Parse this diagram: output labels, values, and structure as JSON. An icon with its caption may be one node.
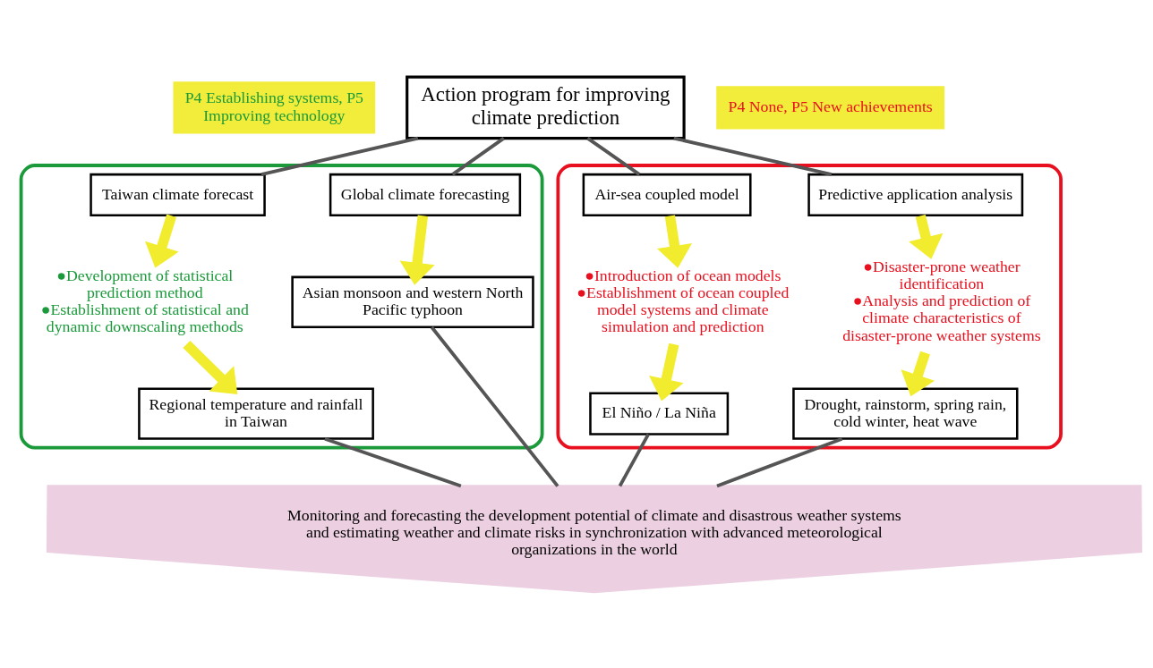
{
  "diagram": {
    "nodes": [
      {
        "text": [
          "P4 Establishing systems, P5 Improving technology"
        ]
      },
      {
        "text": [
          "Action program for improving climate prediction"
        ]
      },
      {
        "text": [
          "P4 None, P5 New achievements"
        ]
      },
      {
        "text": [],
        "shape": "box"
      },
      {
        "text": [
          "Global climate forecasting"
        ],
        "in": 3
      },
      {
        "text": [
          "Taiwan climate forecast"
        ],
        "in": 3
      },
      {
        "text": [
          "●Development of statistical prediction method",
          "●Establishment of statistical and dynamic downscaling methods"
        ],
        "in": 3
      },
      {
        "text": [
          "Asian monsoon and western North Pacific typhoon"
        ],
        "in": 3
      },
      {
        "text": [
          "Regional temperature and rainfall in Taiwan"
        ],
        "in": 3
      },
      {
        "text": [],
        "shape": "box"
      },
      {
        "text": [
          "Predictive application analysis"
        ],
        "in": 9
      },
      {
        "text": [
          "Air-sea coupled model"
        ],
        "in": 9
      },
      {
        "text": [
          "●Disaster-prone weather identification",
          "●Analysis and prediction of climate characteristics of disaster-prone weather systems"
        ],
        "in": 9
      },
      {
        "text": [
          "●Introduction of ocean models",
          "●Establishment of ocean coupled model systems and climate simulation and prediction"
        ],
        "in": 9
      },
      {
        "text": [
          "Drought, rainstorm, spring rain, cold winter, heat wave"
        ],
        "in": 9
      },
      {
        "text": [
          "El Niño / La Niña"
        ],
        "in": 9
      },
      {
        "text": [
          "Monitoring and forecasting the development potential of climate and disastrous weather systems and estimating weather and climate risks in synchronization with advanced meteorological organizations in the world"
        ]
      }
    ],
    "edges": [
      {
        "from": 1,
        "to": 4,
        "arrow": "none"
      },
      {
        "from": 1,
        "to": 5,
        "arrow": "none"
      },
      {
        "from": 1,
        "to": 10,
        "arrow": "none"
      },
      {
        "from": 1,
        "to": 11,
        "arrow": "none"
      },
      {
        "from": 4,
        "to": 7,
        "arrow": "to",
        "style": "thick",
        "color": "#f2ec2e"
      },
      {
        "from": 5,
        "to": 6,
        "arrow": "to",
        "style": "thick",
        "color": "#f2ec2e"
      },
      {
        "from": 6,
        "to": 8,
        "arrow": "to",
        "style": "thick",
        "color": "#f2ec2e"
      },
      {
        "from": 10,
        "to": 12,
        "arrow": "to",
        "style": "thick",
        "color": "#f2ec2e"
      },
      {
        "from": 12,
        "to": 14,
        "arrow": "to",
        "style": "thick",
        "color": "#f2ec2e"
      },
      {
        "from": 11,
        "to": 13,
        "arrow": "to",
        "style": "thick",
        "color": "#f2ec2e"
      },
      {
        "from": 13,
        "to": 15,
        "arrow": "to",
        "style": "thick",
        "color": "#f2ec2e"
      },
      {
        "from": 7,
        "to": 16,
        "arrow": "none"
      },
      {
        "from": 8,
        "to": 16,
        "arrow": "none"
      },
      {
        "from": 14,
        "to": 16,
        "arrow": "none"
      },
      {
        "from": 15,
        "to": 16,
        "arrow": "none"
      }
    ]
  }
}
